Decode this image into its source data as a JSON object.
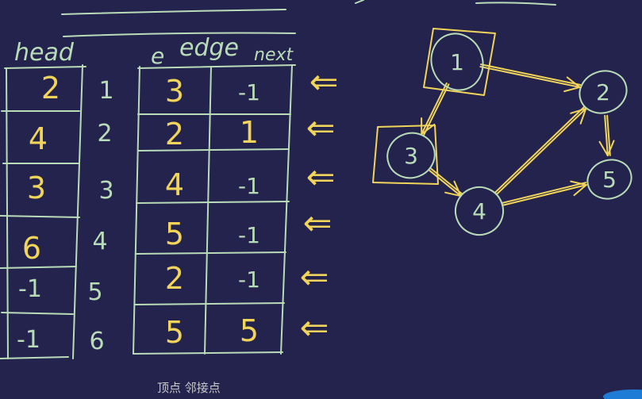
{
  "headers": {
    "head": "head",
    "e": "e",
    "edge": "edge",
    "next": "next"
  },
  "head_table": [
    "2",
    "4",
    "3",
    "6",
    "-1",
    "-1"
  ],
  "index_column": [
    "1",
    "2",
    "3",
    "4",
    "5",
    "6"
  ],
  "edge_table": [
    {
      "edge": "3",
      "next": "-1"
    },
    {
      "edge": "2",
      "next": "1"
    },
    {
      "edge": "4",
      "next": "-1"
    },
    {
      "edge": "5",
      "next": "-1"
    },
    {
      "edge": "2",
      "next": "-1"
    },
    {
      "edge": "5",
      "next": "5"
    }
  ],
  "pointer_arrow": "⇐",
  "footer_note": "顶点 邻接点",
  "graph": {
    "nodes": [
      {
        "id": "1",
        "label": "1"
      },
      {
        "id": "2",
        "label": "2"
      },
      {
        "id": "3",
        "label": "3"
      },
      {
        "id": "4",
        "label": "4"
      },
      {
        "id": "5",
        "label": "5"
      }
    ],
    "edges": [
      {
        "from": "1",
        "to": "2"
      },
      {
        "from": "1",
        "to": "3"
      },
      {
        "from": "3",
        "to": "4"
      },
      {
        "from": "4",
        "to": "2"
      },
      {
        "from": "4",
        "to": "5"
      },
      {
        "from": "2",
        "to": "5"
      }
    ]
  },
  "colors": {
    "background": "#24234d",
    "chalk": "#b9dcb8",
    "highlight": "#f1d45a",
    "accent_blob": "#1e7bd6"
  }
}
